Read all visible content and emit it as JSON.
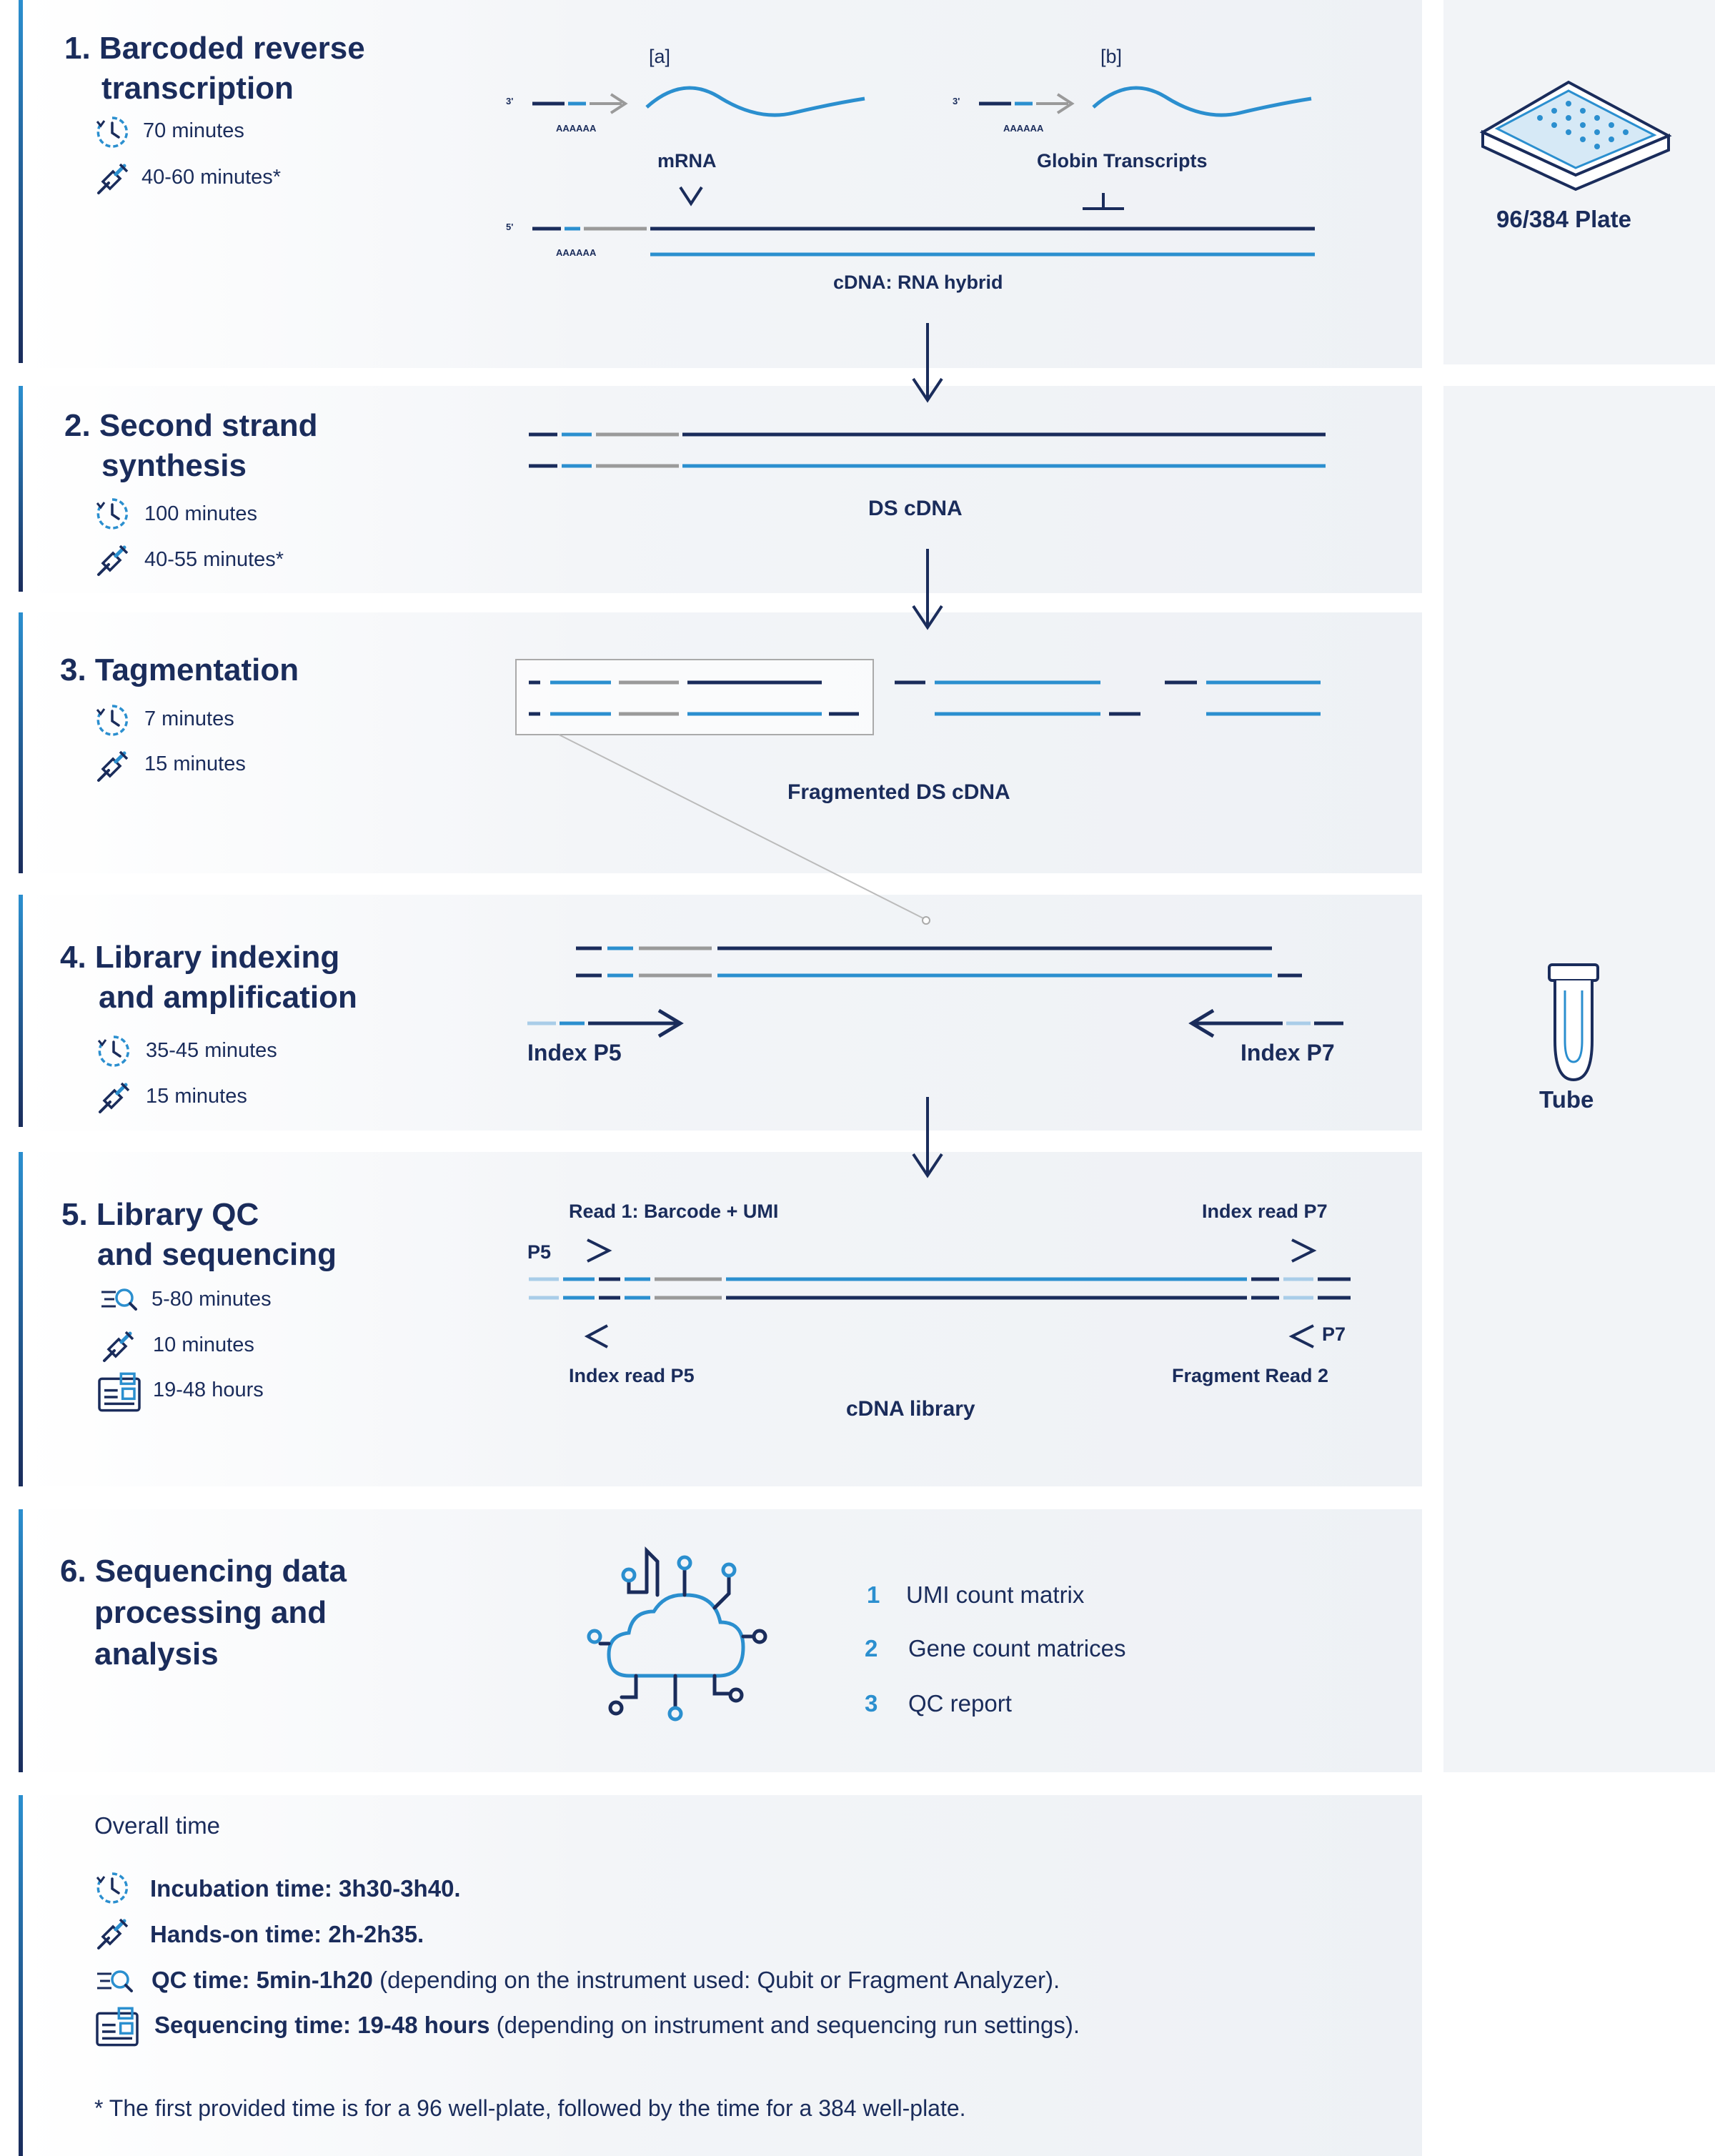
{
  "steps": [
    {
      "title_l1": "1. Barcoded reverse",
      "title_l2": "transcription",
      "incubation": "70 minutes",
      "handson": "40-60 minutes*"
    },
    {
      "title_l1": "2. Second strand",
      "title_l2": "synthesis",
      "incubation": "100 minutes",
      "handson": "40-55 minutes*"
    },
    {
      "title_l1": "3. Tagmentation",
      "incubation": "7 minutes",
      "handson": "15 minutes"
    },
    {
      "title_l1": "4. Library indexing",
      "title_l2": "and amplification",
      "incubation": "35-45 minutes",
      "handson": "15 minutes"
    },
    {
      "title_l1": "5. Library QC",
      "title_l2": "and sequencing",
      "qc": "5-80 minutes",
      "handson": "10 minutes",
      "sequencing": "19-48 hours"
    },
    {
      "title_l1": "6. Sequencing data",
      "title_l2": "processing and",
      "title_l3": "analysis"
    }
  ],
  "diagram": {
    "a_label": "[a]",
    "b_label": "[b]",
    "three_prime": "3'",
    "five_prime": "5'",
    "polya": "AAAAAA",
    "mrna": "mRNA",
    "globin": "Globin Transcripts",
    "hybrid": "cDNA: RNA hybrid",
    "ds_cdna": "DS cDNA",
    "fragmented": "Fragmented DS cDNA",
    "index_p5": "Index P5",
    "index_p7": "Index P7",
    "read1": "Read 1: Barcode + UMI",
    "index_read_p7": "Index read P7",
    "p5": "P5",
    "p7": "P7",
    "index_read_p5": "Index read P5",
    "fragment_read2": "Fragment Read 2",
    "cdna_library": "cDNA library"
  },
  "containers": {
    "plate": "96/384 Plate",
    "tube": "Tube"
  },
  "outputs": [
    {
      "num": "1",
      "label": "UMI count matrix"
    },
    {
      "num": "2",
      "label": "Gene count matrices"
    },
    {
      "num": "3",
      "label": "QC report"
    }
  ],
  "summary": {
    "heading": "Overall time",
    "incubation": "Incubation time: 3h30-3h40.",
    "handson": "Hands-on time: 2h-2h35.",
    "qc_bold": "QC time: 5min-1h20",
    "qc_rest": " (depending on the instrument used: Qubit or Fragment Analyzer).",
    "seq_bold": "Sequencing time: 19-48 hours",
    "seq_rest": " (depending on instrument and sequencing run settings).",
    "footnote": "* The first provided time is for a 96 well-plate, followed by the time for a 384 well-plate."
  },
  "colors": {
    "navy": "#1a2c5b",
    "blue": "#2b8fcf",
    "gray": "#9a9a9a",
    "light": "#a9cde8"
  }
}
